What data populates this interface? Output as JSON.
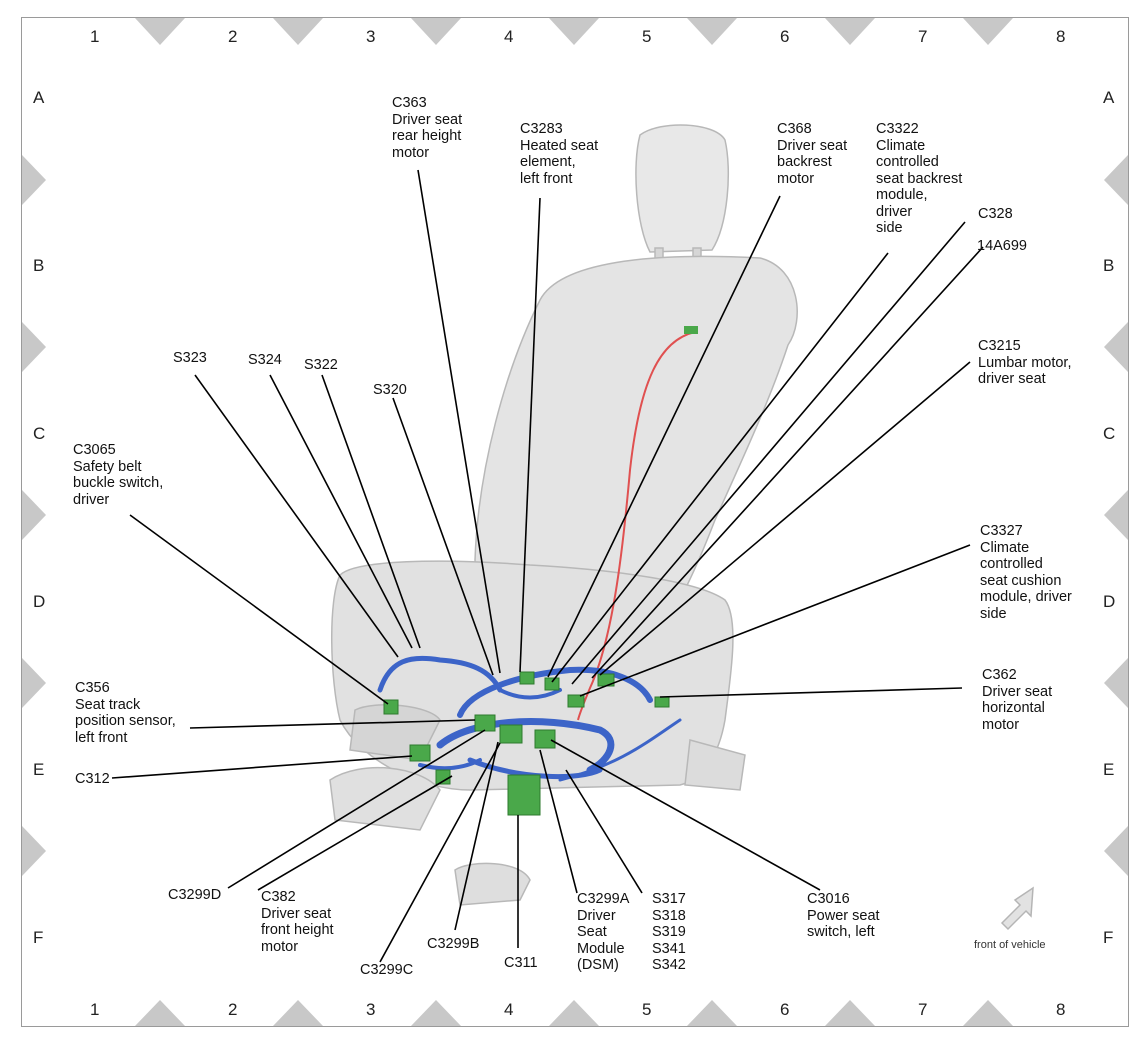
{
  "grid": {
    "columns": [
      "1",
      "2",
      "3",
      "4",
      "5",
      "6",
      "7",
      "8"
    ],
    "rows": [
      "A",
      "B",
      "C",
      "D",
      "E",
      "F"
    ]
  },
  "callouts": {
    "c363": "C363\nDriver seat\nrear height\nmotor",
    "c3283": "C3283\nHeated seat\nelement,\nleft front",
    "c368": "C368\nDriver seat\nbackrest\nmotor",
    "c3322": "C3322\nClimate\ncontrolled\nseat backrest\nmodule,\ndriver\nside",
    "c328": "C328",
    "a14a699": "14A699",
    "c3215": "C3215\nLumbar motor,\ndriver seat",
    "s323": "S323",
    "s324": "S324",
    "s322": "S322",
    "s320": "S320",
    "c3065": "C3065\nSafety belt\nbuckle switch,\ndriver",
    "c3327": "C3327\nClimate\ncontrolled\nseat cushion\nmodule, driver\nside",
    "c362": "C362\nDriver seat\nhorizontal\nmotor",
    "c356": "C356\nSeat track\nposition sensor,\nleft front",
    "c312": "C312",
    "c3299d": "C3299D",
    "c382": "C382\nDriver seat\nfront height\nmotor",
    "c3299c": "C3299C",
    "c3299b": "C3299B",
    "c311": "C311",
    "c3299a": "C3299A\nDriver\nSeat\nModule\n(DSM)",
    "s317group": "S317\nS318\nS319\nS341\nS342",
    "c3016": "C3016\nPower seat\nswitch, left"
  },
  "front_of_vehicle": "front of vehicle",
  "colors": {
    "frame": "#9a9a9a",
    "marker": "#c8c8c8",
    "seat_fill": "#e4e4e4",
    "seat_edge": "#b8b8b8",
    "harness": "#3c64c8",
    "connector": "#4aa84a",
    "red_wire": "#e05050",
    "leader": "#000000"
  },
  "icons": [
    "front-arrow-icon"
  ]
}
